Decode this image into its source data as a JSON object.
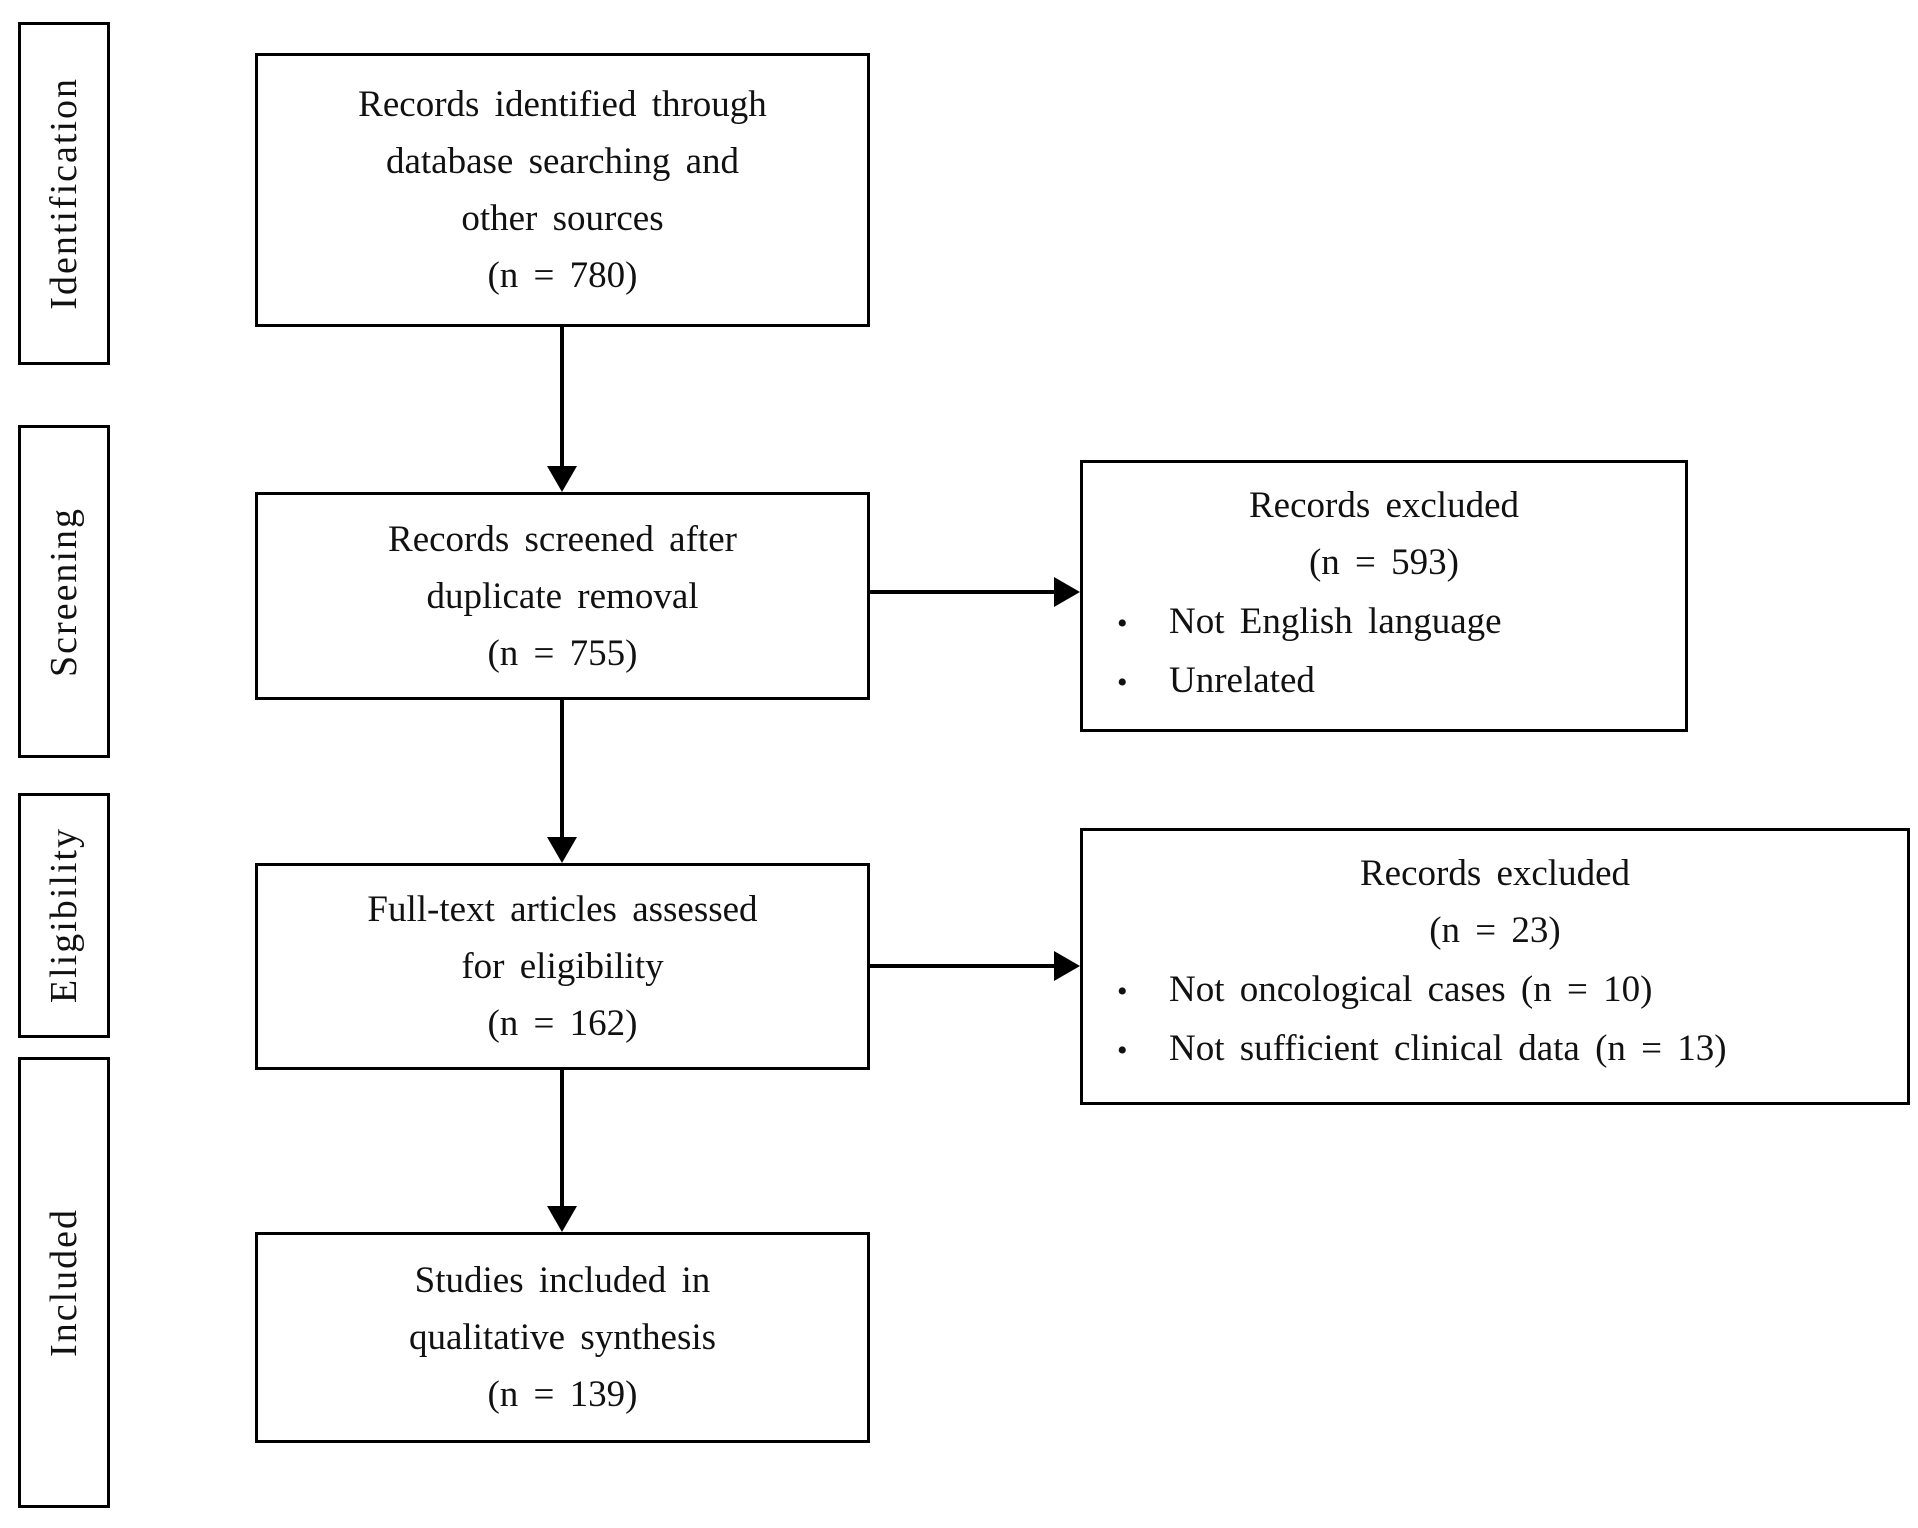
{
  "figure": {
    "background": "#ffffff",
    "line_color": "#000000",
    "text_color": "#111111"
  },
  "stages": [
    {
      "label": "Identification"
    },
    {
      "label": "Screening"
    },
    {
      "label": "Eligibility"
    },
    {
      "label": "Included"
    }
  ],
  "flow": [
    {
      "text": "Records identified through\ndatabase searching and\nother sources\n(n = 780)",
      "n": 780
    },
    {
      "text": "Records screened after\nduplicate removal\n(n = 755)",
      "n": 755
    },
    {
      "text": "Full-text articles assessed\nfor eligibility\n(n = 162)",
      "n": 162
    },
    {
      "text": "Studies included in\nqualitative synthesis\n(n = 139)",
      "n": 139
    }
  ],
  "exclusions": [
    {
      "title": "Records excluded\n(n = 593)",
      "n": 593,
      "bullet": "•",
      "items": [
        "Not English language",
        "Unrelated"
      ]
    },
    {
      "title": "Records excluded\n(n = 23)",
      "n": 23,
      "bullet": "•",
      "items": [
        "Not oncological cases (n = 10)",
        "Not sufficient clinical data (n = 13)"
      ]
    }
  ]
}
